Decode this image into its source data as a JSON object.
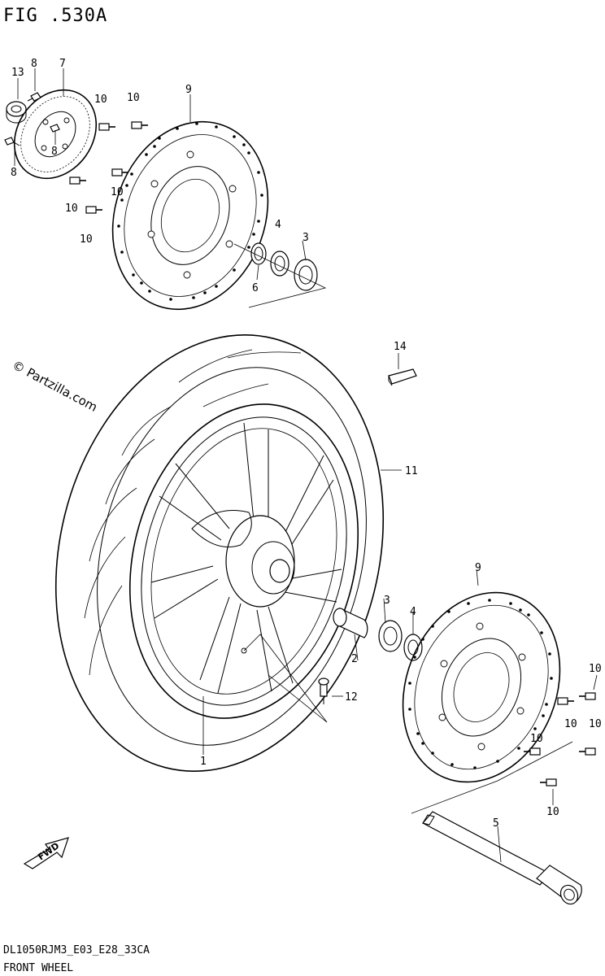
{
  "figure": {
    "title": "FIG .530A"
  },
  "watermark": "© Partzilla.com",
  "footer": {
    "code": "DL1050RJM3_E03_E28_33CA",
    "caption": "FRONT WHEEL"
  },
  "fwd_arrow": {
    "label": "FWD"
  },
  "callouts": {
    "c13": "13",
    "c8a": "8",
    "c7": "7",
    "c8b": "8",
    "c8c": "8",
    "c10a": "10",
    "c10b": "10",
    "c10c": "10",
    "c10d": "10",
    "c10e": "10",
    "c9a": "9",
    "c4a": "4",
    "c3a": "3",
    "c6": "6",
    "c14": "14",
    "c11": "11",
    "c3b": "3",
    "c4b": "4",
    "c2": "2",
    "c9b": "9",
    "c12": "12",
    "c1": "1",
    "c10f": "10",
    "c10g": "10",
    "c10h": "10",
    "c10i": "10",
    "c10j": "10",
    "c5": "5"
  }
}
